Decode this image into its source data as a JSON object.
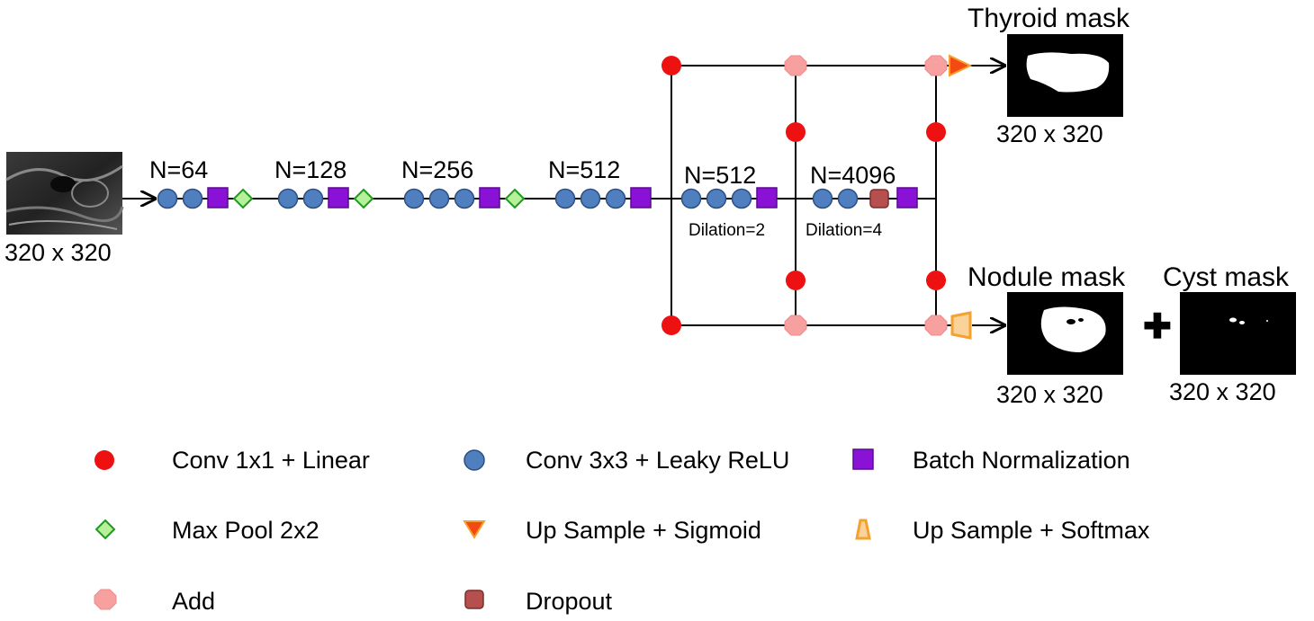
{
  "input": {
    "size_label": "320 x 320"
  },
  "stages": [
    {
      "label": "N=64"
    },
    {
      "label": "N=128"
    },
    {
      "label": "N=256"
    },
    {
      "label": "N=512"
    },
    {
      "label": "N=512",
      "sub_label": "Dilation=2"
    },
    {
      "label": "N=4096",
      "sub_label": "Dilation=4"
    }
  ],
  "outputs": {
    "thyroid": {
      "title": "Thyroid mask",
      "size_label": "320 x 320"
    },
    "nodule": {
      "title": "Nodule mask",
      "size_label": "320 x 320"
    },
    "cyst": {
      "title": "Cyst mask",
      "size_label": "320 x 320"
    }
  },
  "legend": {
    "conv1x1": "Conv 1x1 + Linear",
    "conv3x3": "Conv 3x3 + Leaky ReLU",
    "batchnorm": "Batch Normalization",
    "maxpool": "Max Pool 2x2",
    "upsigmoid": "Up Sample + Sigmoid",
    "upsoftmax": "Up Sample + Softmax",
    "add": "Add",
    "dropout": "Dropout"
  },
  "colors": {
    "conv1x1": "#ee1111",
    "conv3x3": "#4f7fbf",
    "batchnorm": "#8a12d6",
    "maxpool_fill": "#b6f09a",
    "maxpool_stroke": "#1f9a1f",
    "add": "#f7a0a0",
    "dropout": "#b5504e",
    "upsigmoid": "#f24a12",
    "upsoftmax": "#f5a12f"
  }
}
